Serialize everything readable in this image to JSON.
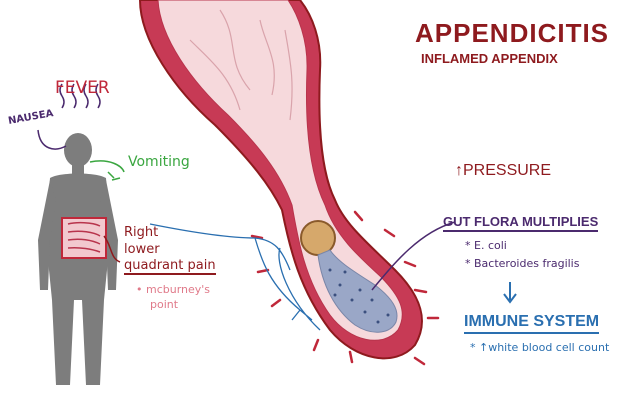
{
  "title": "APPENDICITIS",
  "subtitle": "INFLAMED APPENDIX",
  "fever": "FEVER",
  "nausea": "NAUSEA",
  "vomiting": "Vomiting",
  "rlq": {
    "line1": "Right",
    "line2": "lower",
    "line3": "quadrant pain"
  },
  "mcburney": {
    "line1": "• mcburney's",
    "line2": "point"
  },
  "pressure": "↑PRESSURE",
  "gut_flora": {
    "heading": "GUT FLORA MULTIPLIES",
    "items": [
      "* E. coli",
      "* Bacteroides fragilis"
    ]
  },
  "immune": {
    "heading": "IMMUNE SYSTEM",
    "item": "* ↑white blood cell count"
  },
  "colors": {
    "dark_red": "#8e1a1e",
    "red": "#c0283a",
    "purple": "#4b2a6e",
    "green": "#3aa640",
    "blue": "#2a6fb0",
    "pink": "#e07a8a",
    "tissue_light": "#f6d9dc",
    "tissue_dark": "#c73a55",
    "body_gray": "#7d7d7d"
  }
}
